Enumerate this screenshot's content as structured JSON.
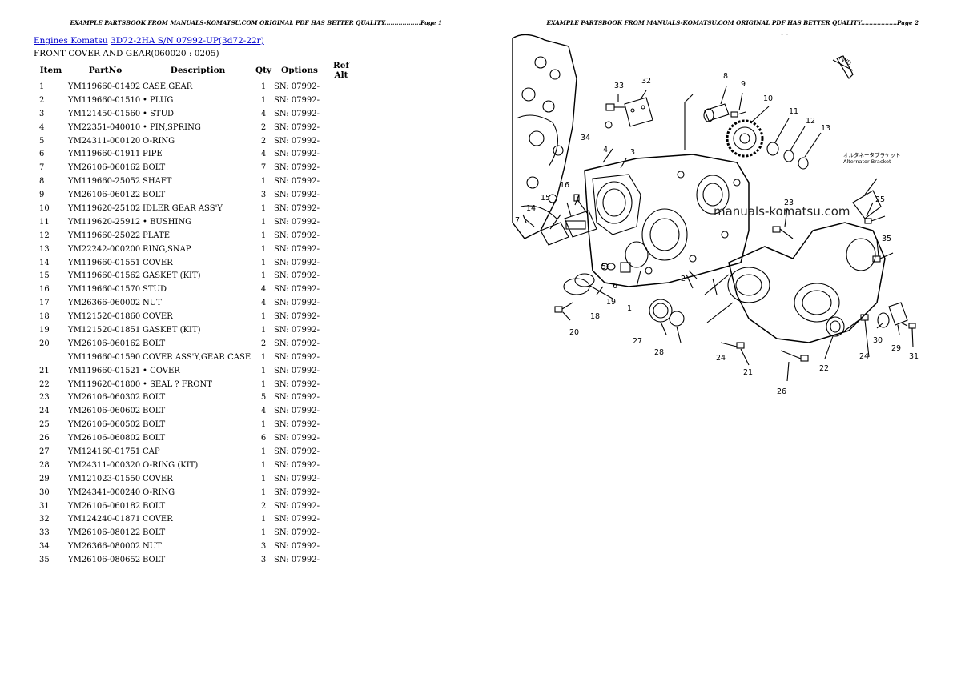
{
  "page1": {
    "header": "EXAMPLE PARTSBOOK FROM MANUALS-KOMATSU.COM ORIGINAL PDF HAS BETTER QUALITY..................Page 1",
    "breadcrumb": {
      "link1": "Engines Komatsu",
      "link2": "3D72-2HA S/N 07992-UP(3d72-22r)"
    },
    "section_title": "FRONT COVER AND GEAR(060020 : 0205)",
    "columns": [
      "Item",
      "PartNo",
      "Description",
      "Qty",
      "Options",
      "Ref Alt"
    ],
    "rows": [
      {
        "item": "1",
        "part": "YM119660-01492",
        "desc": "CASE,GEAR",
        "qty": "1",
        "opt": "SN: 07992-"
      },
      {
        "item": "2",
        "part": "YM119660-01510",
        "desc": "• PLUG",
        "qty": "1",
        "opt": "SN: 07992-"
      },
      {
        "item": "3",
        "part": "YM121450-01560",
        "desc": "• STUD",
        "qty": "4",
        "opt": "SN: 07992-"
      },
      {
        "item": "4",
        "part": "YM22351-040010",
        "desc": "• PIN,SPRING",
        "qty": "2",
        "opt": "SN: 07992-"
      },
      {
        "item": "5",
        "part": "YM24311-000120",
        "desc": "O-RING",
        "qty": "2",
        "opt": "SN: 07992-"
      },
      {
        "item": "6",
        "part": "YM119660-01911",
        "desc": "PIPE",
        "qty": "4",
        "opt": "SN: 07992-"
      },
      {
        "item": "7",
        "part": "YM26106-060162",
        "desc": "BOLT",
        "qty": "7",
        "opt": "SN: 07992-"
      },
      {
        "item": "8",
        "part": "YM119660-25052",
        "desc": "SHAFT",
        "qty": "1",
        "opt": "SN: 07992-"
      },
      {
        "item": "9",
        "part": "YM26106-060122",
        "desc": "BOLT",
        "qty": "3",
        "opt": "SN: 07992-"
      },
      {
        "item": "10",
        "part": "YM119620-25102",
        "desc": "IDLER GEAR ASS'Y",
        "qty": "1",
        "opt": "SN: 07992-"
      },
      {
        "item": "11",
        "part": "YM119620-25912",
        "desc": "• BUSHING",
        "qty": "1",
        "opt": "SN: 07992-"
      },
      {
        "item": "12",
        "part": "YM119660-25022",
        "desc": "PLATE",
        "qty": "1",
        "opt": "SN: 07992-"
      },
      {
        "item": "13",
        "part": "YM22242-000200",
        "desc": "RING,SNAP",
        "qty": "1",
        "opt": "SN: 07992-"
      },
      {
        "item": "14",
        "part": "YM119660-01551",
        "desc": "COVER",
        "qty": "1",
        "opt": "SN: 07992-"
      },
      {
        "item": "15",
        "part": "YM119660-01562",
        "desc": "GASKET (KIT)",
        "qty": "1",
        "opt": "SN: 07992-"
      },
      {
        "item": "16",
        "part": "YM119660-01570",
        "desc": "STUD",
        "qty": "4",
        "opt": "SN: 07992-"
      },
      {
        "item": "17",
        "part": "YM26366-060002",
        "desc": "NUT",
        "qty": "4",
        "opt": "SN: 07992-"
      },
      {
        "item": "18",
        "part": "YM121520-01860",
        "desc": "COVER",
        "qty": "1",
        "opt": "SN: 07992-"
      },
      {
        "item": "19",
        "part": "YM121520-01851",
        "desc": "GASKET (KIT)",
        "qty": "1",
        "opt": "SN: 07992-"
      },
      {
        "item": "20",
        "part": "YM26106-060162",
        "desc": "BOLT",
        "qty": "2",
        "opt": "SN: 07992-"
      },
      {
        "item": "",
        "part": "YM119660-01590",
        "desc": "COVER ASS'Y,GEAR CASE",
        "qty": "1",
        "opt": "SN: 07992-"
      },
      {
        "item": "21",
        "part": "YM119660-01521",
        "desc": "• COVER",
        "qty": "1",
        "opt": "SN: 07992-"
      },
      {
        "item": "22",
        "part": "YM119620-01800",
        "desc": "• SEAL ? FRONT",
        "qty": "1",
        "opt": "SN: 07992-"
      },
      {
        "item": "23",
        "part": "YM26106-060302",
        "desc": "BOLT",
        "qty": "5",
        "opt": "SN: 07992-"
      },
      {
        "item": "24",
        "part": "YM26106-060602",
        "desc": "BOLT",
        "qty": "4",
        "opt": "SN: 07992-"
      },
      {
        "item": "25",
        "part": "YM26106-060502",
        "desc": "BOLT",
        "qty": "1",
        "opt": "SN: 07992-"
      },
      {
        "item": "26",
        "part": "YM26106-060802",
        "desc": "BOLT",
        "qty": "6",
        "opt": "SN: 07992-"
      },
      {
        "item": "27",
        "part": "YM124160-01751",
        "desc": "CAP",
        "qty": "1",
        "opt": "SN: 07992-"
      },
      {
        "item": "28",
        "part": "YM24311-000320",
        "desc": "O-RING (KIT)",
        "qty": "1",
        "opt": "SN: 07992-"
      },
      {
        "item": "29",
        "part": "YM121023-01550",
        "desc": "COVER",
        "qty": "1",
        "opt": "SN: 07992-"
      },
      {
        "item": "30",
        "part": "YM24341-000240",
        "desc": "O-RING",
        "qty": "1",
        "opt": "SN: 07992-"
      },
      {
        "item": "31",
        "part": "YM26106-060182",
        "desc": "BOLT",
        "qty": "2",
        "opt": "SN: 07992-"
      },
      {
        "item": "32",
        "part": "YM124240-01871",
        "desc": "COVER",
        "qty": "1",
        "opt": "SN: 07992-"
      },
      {
        "item": "33",
        "part": "YM26106-080122",
        "desc": "BOLT",
        "qty": "1",
        "opt": "SN: 07992-"
      },
      {
        "item": "34",
        "part": "YM26366-080002",
        "desc": "NUT",
        "qty": "3",
        "opt": "SN: 07992-"
      },
      {
        "item": "35",
        "part": "YM26106-080652",
        "desc": "BOLT",
        "qty": "3",
        "opt": "SN: 07992-"
      }
    ]
  },
  "page2": {
    "header": "EXAMPLE PARTSBOOK FROM MANUALS-KOMATSU.COM ORIGINAL PDF HAS BETTER QUALITY..................Page 2",
    "top_mark": "- -",
    "watermark": "manuals-komatsu.com",
    "fwd_label": "FWD",
    "jp_note_line1": "オルタネータブラケット",
    "jp_note_line2": "Alternator Bracket",
    "callouts": [
      "1",
      "2",
      "3",
      "4",
      "5",
      "6",
      "7",
      "8",
      "9",
      "10",
      "11",
      "12",
      "13",
      "14",
      "15",
      "16",
      "19",
      "20",
      "21",
      "22",
      "23",
      "24",
      "24",
      "25",
      "26",
      "27",
      "28",
      "29",
      "30",
      "31",
      "32",
      "33",
      "34",
      "35"
    ]
  }
}
